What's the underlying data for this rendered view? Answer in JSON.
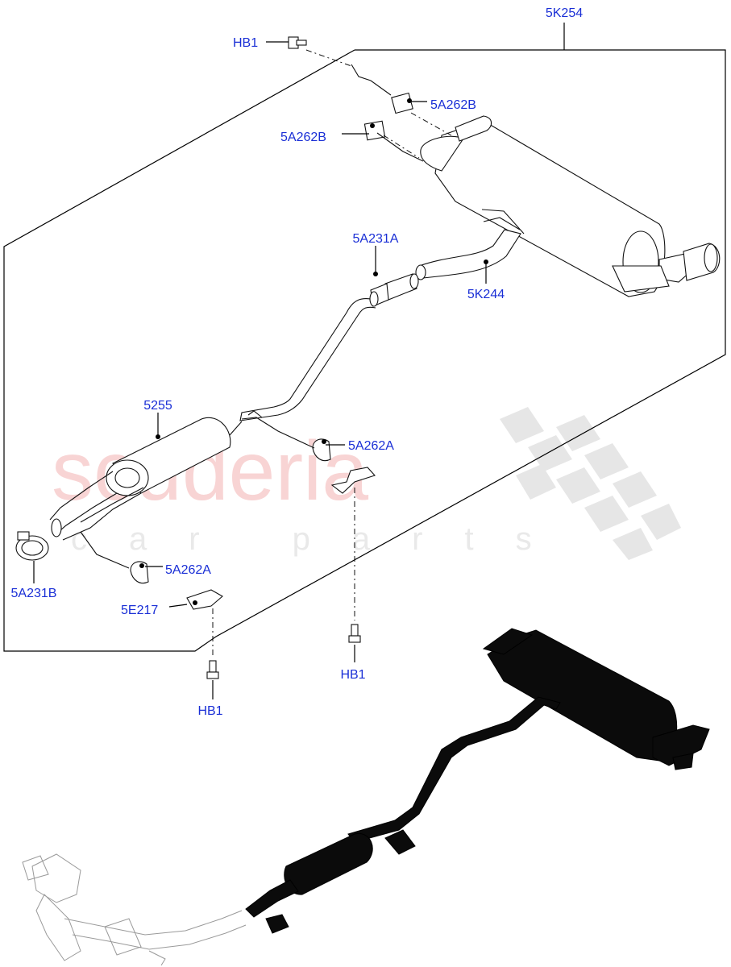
{
  "watermark": {
    "brand": "scuderia",
    "tagline": "car parts"
  },
  "callouts": {
    "assembly": "5K254",
    "hb1_top": "HB1",
    "clamp_b_upper": "5A262B",
    "clamp_b_lower": "5A262B",
    "clamp_a_top": "5A231A",
    "rear_pipe": "5K244",
    "front_muffler": "5255",
    "mount_a_right": "5A262A",
    "clamp_a_bottom": "5A231B",
    "mount_a_left": "5A262A",
    "bracket": "5E217",
    "hb1_mid": "HB1",
    "hb1_bottom": "HB1"
  },
  "colors": {
    "callout": "#1a2fd6",
    "watermark_red": "#f6c6c6",
    "watermark_grey": "#e9e9e9"
  }
}
